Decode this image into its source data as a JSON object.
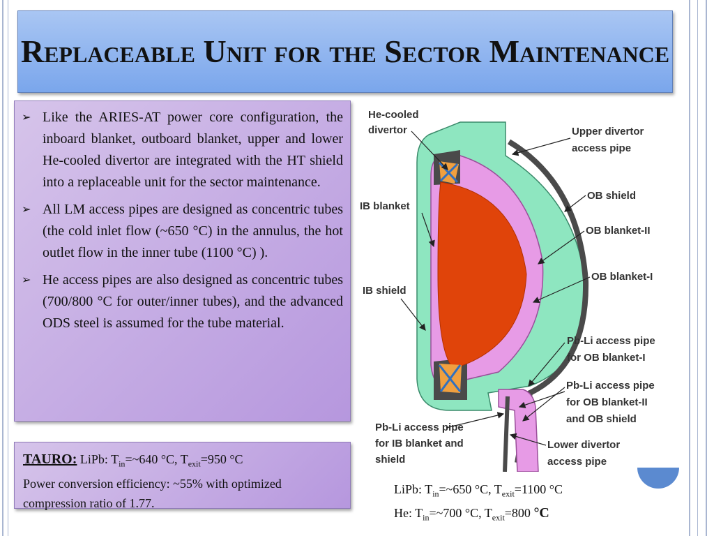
{
  "title": "Replaceable Unit for the Sector Maintenance",
  "bullets": [
    "Like the ARIES-AT power core configuration, the inboard blanket, outboard blanket, upper and lower He-cooled divertor are integrated with the HT shield into a replaceable unit for the sector maintenance.",
    "All LM access pipes are designed as concentric tubes (the cold inlet flow (~650 °C) in the annulus, the hot outlet flow in the inner tube (1100 °C) ).",
    "He access pipes are also designed as concentric tubes (700/800 °C for outer/inner tubes), and the advanced ODS steel is assumed for the tube material."
  ],
  "tauro": {
    "label": "TAURO:",
    "lipb_prefix": "LiPb: T",
    "tin_sub": "in",
    "tin_val": "=~640 °C, T",
    "texit_sub": "exit",
    "texit_val": "=950 °C",
    "line2": "Power conversion efficiency: ~55% with optimized compression ratio of 1.77."
  },
  "diagram_labels": {
    "he_cooled_1": "He-cooled",
    "he_cooled_2": "divertor",
    "upper_div_1": "Upper divertor",
    "upper_div_2": "access pipe",
    "ob_shield": "OB shield",
    "ib_blanket": "IB blanket",
    "ob_blanket_2": "OB blanket-II",
    "ob_blanket_1": "OB blanket-I",
    "ib_shield": "IB shield",
    "pbli_ob1_1": "Pb-Li access pipe",
    "pbli_ob1_2": "for OB blanket-I",
    "pbli_ob2_1": "Pb-Li access pipe",
    "pbli_ob2_2": "for OB blanket-II",
    "pbli_ob2_3": "and OB shield",
    "pbli_ib_1": "Pb-Li access pipe",
    "pbli_ib_2": "for IB blanket and",
    "pbli_ib_3": "shield",
    "lower_div_1": "Lower divertor",
    "lower_div_2": "access pipe"
  },
  "params": {
    "l1_prefix": "LiPb: T",
    "l1_tin_sub": "in",
    "l1_tin_val": "=~650 °C, T",
    "l1_texit_sub": "exit",
    "l1_texit_val": "=1100 °C",
    "l2_prefix": "He: T",
    "l2_tin_sub": "in",
    "l2_tin_val": "=~700 °C, T",
    "l2_texit_sub": "exit",
    "l2_texit_val": "=800 ",
    "l2_unit": "°C"
  },
  "colors": {
    "title_bg": "#8fb4ef",
    "panel_bg": "#c7b0e4",
    "shield": "#8ee6c0",
    "blanket": "#e79be6",
    "plasma": "#e0440a"
  }
}
